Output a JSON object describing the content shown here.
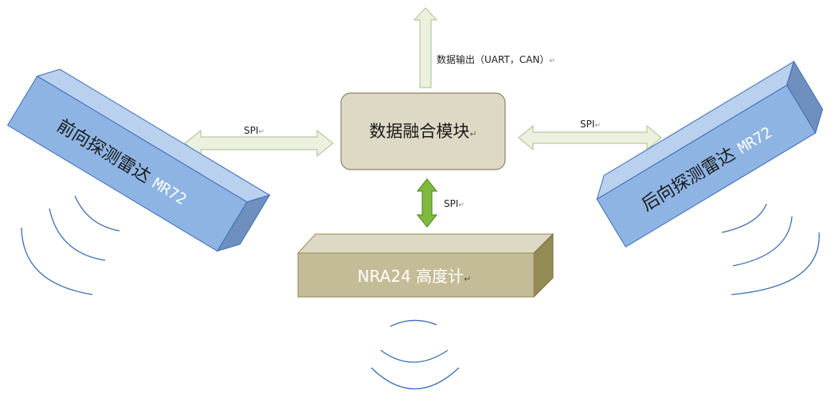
{
  "diagram": {
    "fusion_module": {
      "label": "数据融合模块"
    },
    "output": {
      "label": "数据输出（UART，CAN）"
    },
    "front_radar": {
      "label": "前向探测雷达",
      "model": "MR72"
    },
    "rear_radar": {
      "label": "后向探测雷达",
      "model": "MR72"
    },
    "altimeter": {
      "label": "NRA24 高度计"
    },
    "links": {
      "left_label": "SPI",
      "right_label": "SPI",
      "bottom_label": "SPI"
    },
    "paragraph_mark": "↵"
  },
  "colors": {
    "fusion_fill": "#ddd9c4",
    "fusion_stroke": "#8c8566",
    "radar_front_face": "#8eb4e3",
    "radar_top_face": "#b9d0ee",
    "radar_side_face": "#6f8fbf",
    "radar_stroke": "#3d6fb4",
    "altimeter_front_face": "#c4bc96",
    "altimeter_top_face": "#ddd9c4",
    "altimeter_side_face": "#948a54",
    "arrow_light_fill": "#ebf1de",
    "arrow_light_stroke": "#b7c9a0",
    "arrow_green_fill": "#7fba3e",
    "arrow_green_stroke": "#5a8f28",
    "wave_stroke": "#3d6fb4"
  }
}
